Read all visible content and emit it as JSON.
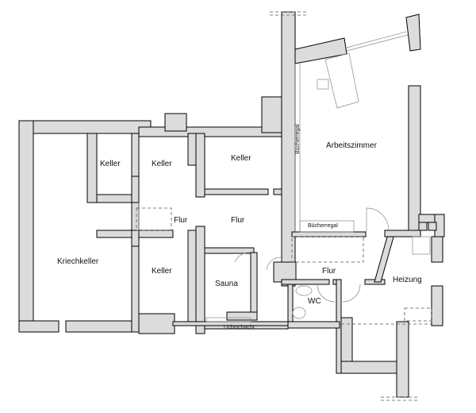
{
  "rooms": {
    "kriechkeller": "Kriechkeller",
    "keller_1": "Keller",
    "keller_2": "Keller",
    "keller_3": "Keller",
    "keller_4": "Keller",
    "flur_1": "Flur",
    "flur_2": "Flur",
    "flur_3": "Flur",
    "sauna": "Sauna",
    "wc": "WC",
    "heizung": "Heizung",
    "arbeitszimmer": "Arbeitszimmer"
  },
  "annotations": {
    "buecherregal_vertical": "Bücherregal",
    "buecherregal_horizontal": "Bücherregal",
    "lichtschacht": "Lichtschacht"
  }
}
